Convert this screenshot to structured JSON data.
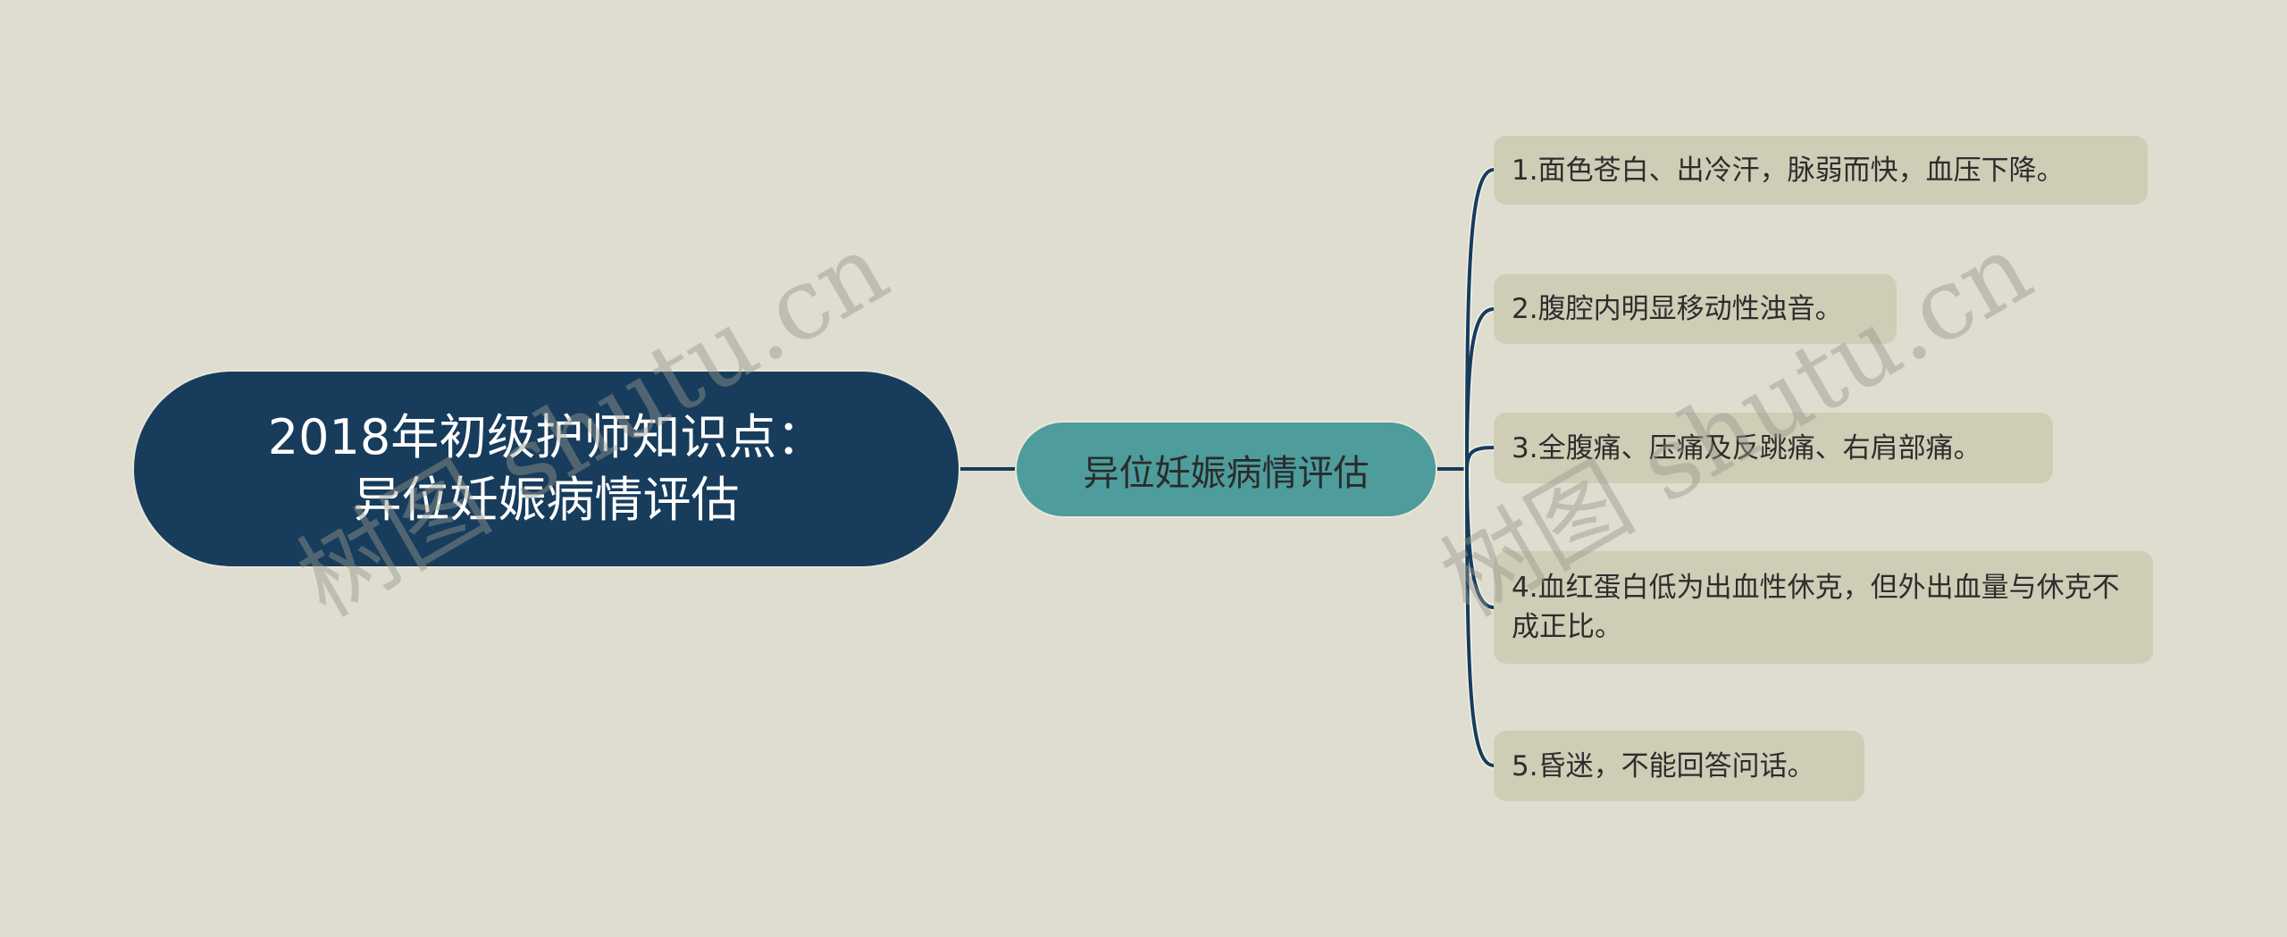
{
  "root": {
    "line1": "2018年初级护师知识点：",
    "line2": "异位妊娠病情评估"
  },
  "branch": {
    "label": "异位妊娠病情评估"
  },
  "leaves": [
    {
      "text": "1.面色苍白、出冷汗，脉弱而快，血压下降。"
    },
    {
      "text": "2.腹腔内明显移动性浊音。"
    },
    {
      "text": "3.全腹痛、压痛及反跳痛、右肩部痛。"
    },
    {
      "text": "4.血红蛋白低为出血性休克，但外出血量与休克不成正比。"
    },
    {
      "text": "5.昏迷，不能回答问话。"
    }
  ],
  "watermarks": [
    "树图 shutu.cn",
    "树图 shutu.cn"
  ],
  "colors": {
    "background": "#dfddcf",
    "root_fill": "#173c5c",
    "branch_fill": "#4e9c9c",
    "leaf_fill": "#cfcdb6",
    "connector": "#173c5c"
  }
}
